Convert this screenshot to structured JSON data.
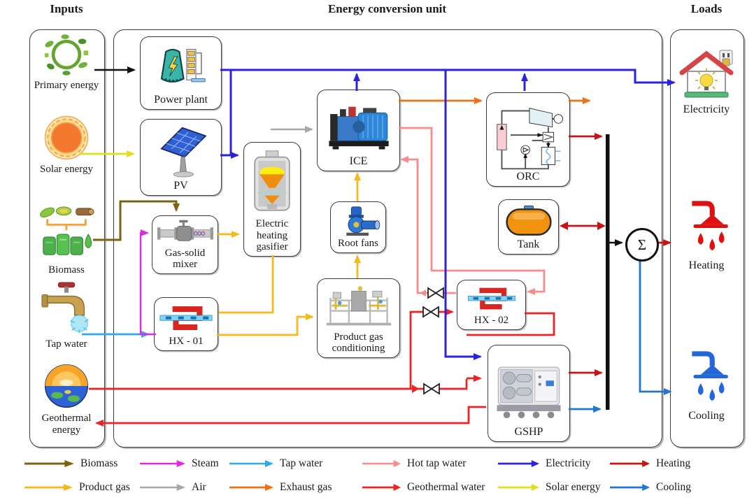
{
  "titles": {
    "inputs": "Inputs",
    "conversion": "Energy conversion unit",
    "loads": "Loads"
  },
  "inputs": [
    {
      "label": "Primary energy",
      "icon": "primary-energy-icon"
    },
    {
      "label": "Solar energy",
      "icon": "sun-icon"
    },
    {
      "label": "Biomass",
      "icon": "biomass-icon"
    },
    {
      "label": "Tap water",
      "icon": "faucet-icon"
    },
    {
      "label": "Geothermal energy",
      "icon": "earth-icon"
    }
  ],
  "components": {
    "power_plant": "Power plant",
    "pv": "PV",
    "mixer": "Gas-solid mixer",
    "hx01": "HX - 01",
    "gasifier": "Electric heating gasifier",
    "ice": "ICE",
    "root_fans": "Root fans",
    "pgc": "Product gas conditioning",
    "orc": "ORC",
    "tank": "Tank",
    "hx02": "HX - 02",
    "gshp": "GSHP"
  },
  "loads": [
    {
      "label": "Electricity",
      "icon": "house-bulb-icon"
    },
    {
      "label": "Heating",
      "icon": "hot-shower-icon"
    },
    {
      "label": "Cooling",
      "icon": "cold-shower-icon"
    }
  ],
  "sigma": "Σ",
  "legend": {
    "items": [
      {
        "label": "Biomass",
        "color": "#7d6210"
      },
      {
        "label": "Steam",
        "color": "#df2adf"
      },
      {
        "label": "Tap water",
        "color": "#2fa8f0"
      },
      {
        "label": "Hot tap water",
        "color": "#f88c8c"
      },
      {
        "label": "Electricity",
        "color": "#2b22dd"
      },
      {
        "label": "Heating",
        "color": "#c41414"
      },
      {
        "label": "Product gas",
        "color": "#f5b91d"
      },
      {
        "label": "Air",
        "color": "#a8a8a8"
      },
      {
        "label": "Exhaust gas",
        "color": "#ee7118"
      },
      {
        "label": "Geothermal water",
        "color": "#ee2222"
      },
      {
        "label": "Solar energy",
        "color": "#dfdf1c"
      },
      {
        "label": "Cooling",
        "color": "#2277cc"
      }
    ]
  },
  "colors": {
    "biomass": "#7d6210",
    "steam": "#df2adf",
    "tap_water": "#2fa8f0",
    "hot_tap_water": "#f88c8c",
    "electricity": "#2b22dd",
    "heating": "#c41414",
    "product_gas": "#f5b91d",
    "air": "#a8a8a8",
    "exhaust_gas": "#ee7118",
    "geothermal_water": "#ee2222",
    "solar_energy": "#dfdf1c",
    "cooling": "#2277cc",
    "primary": "#111111"
  }
}
